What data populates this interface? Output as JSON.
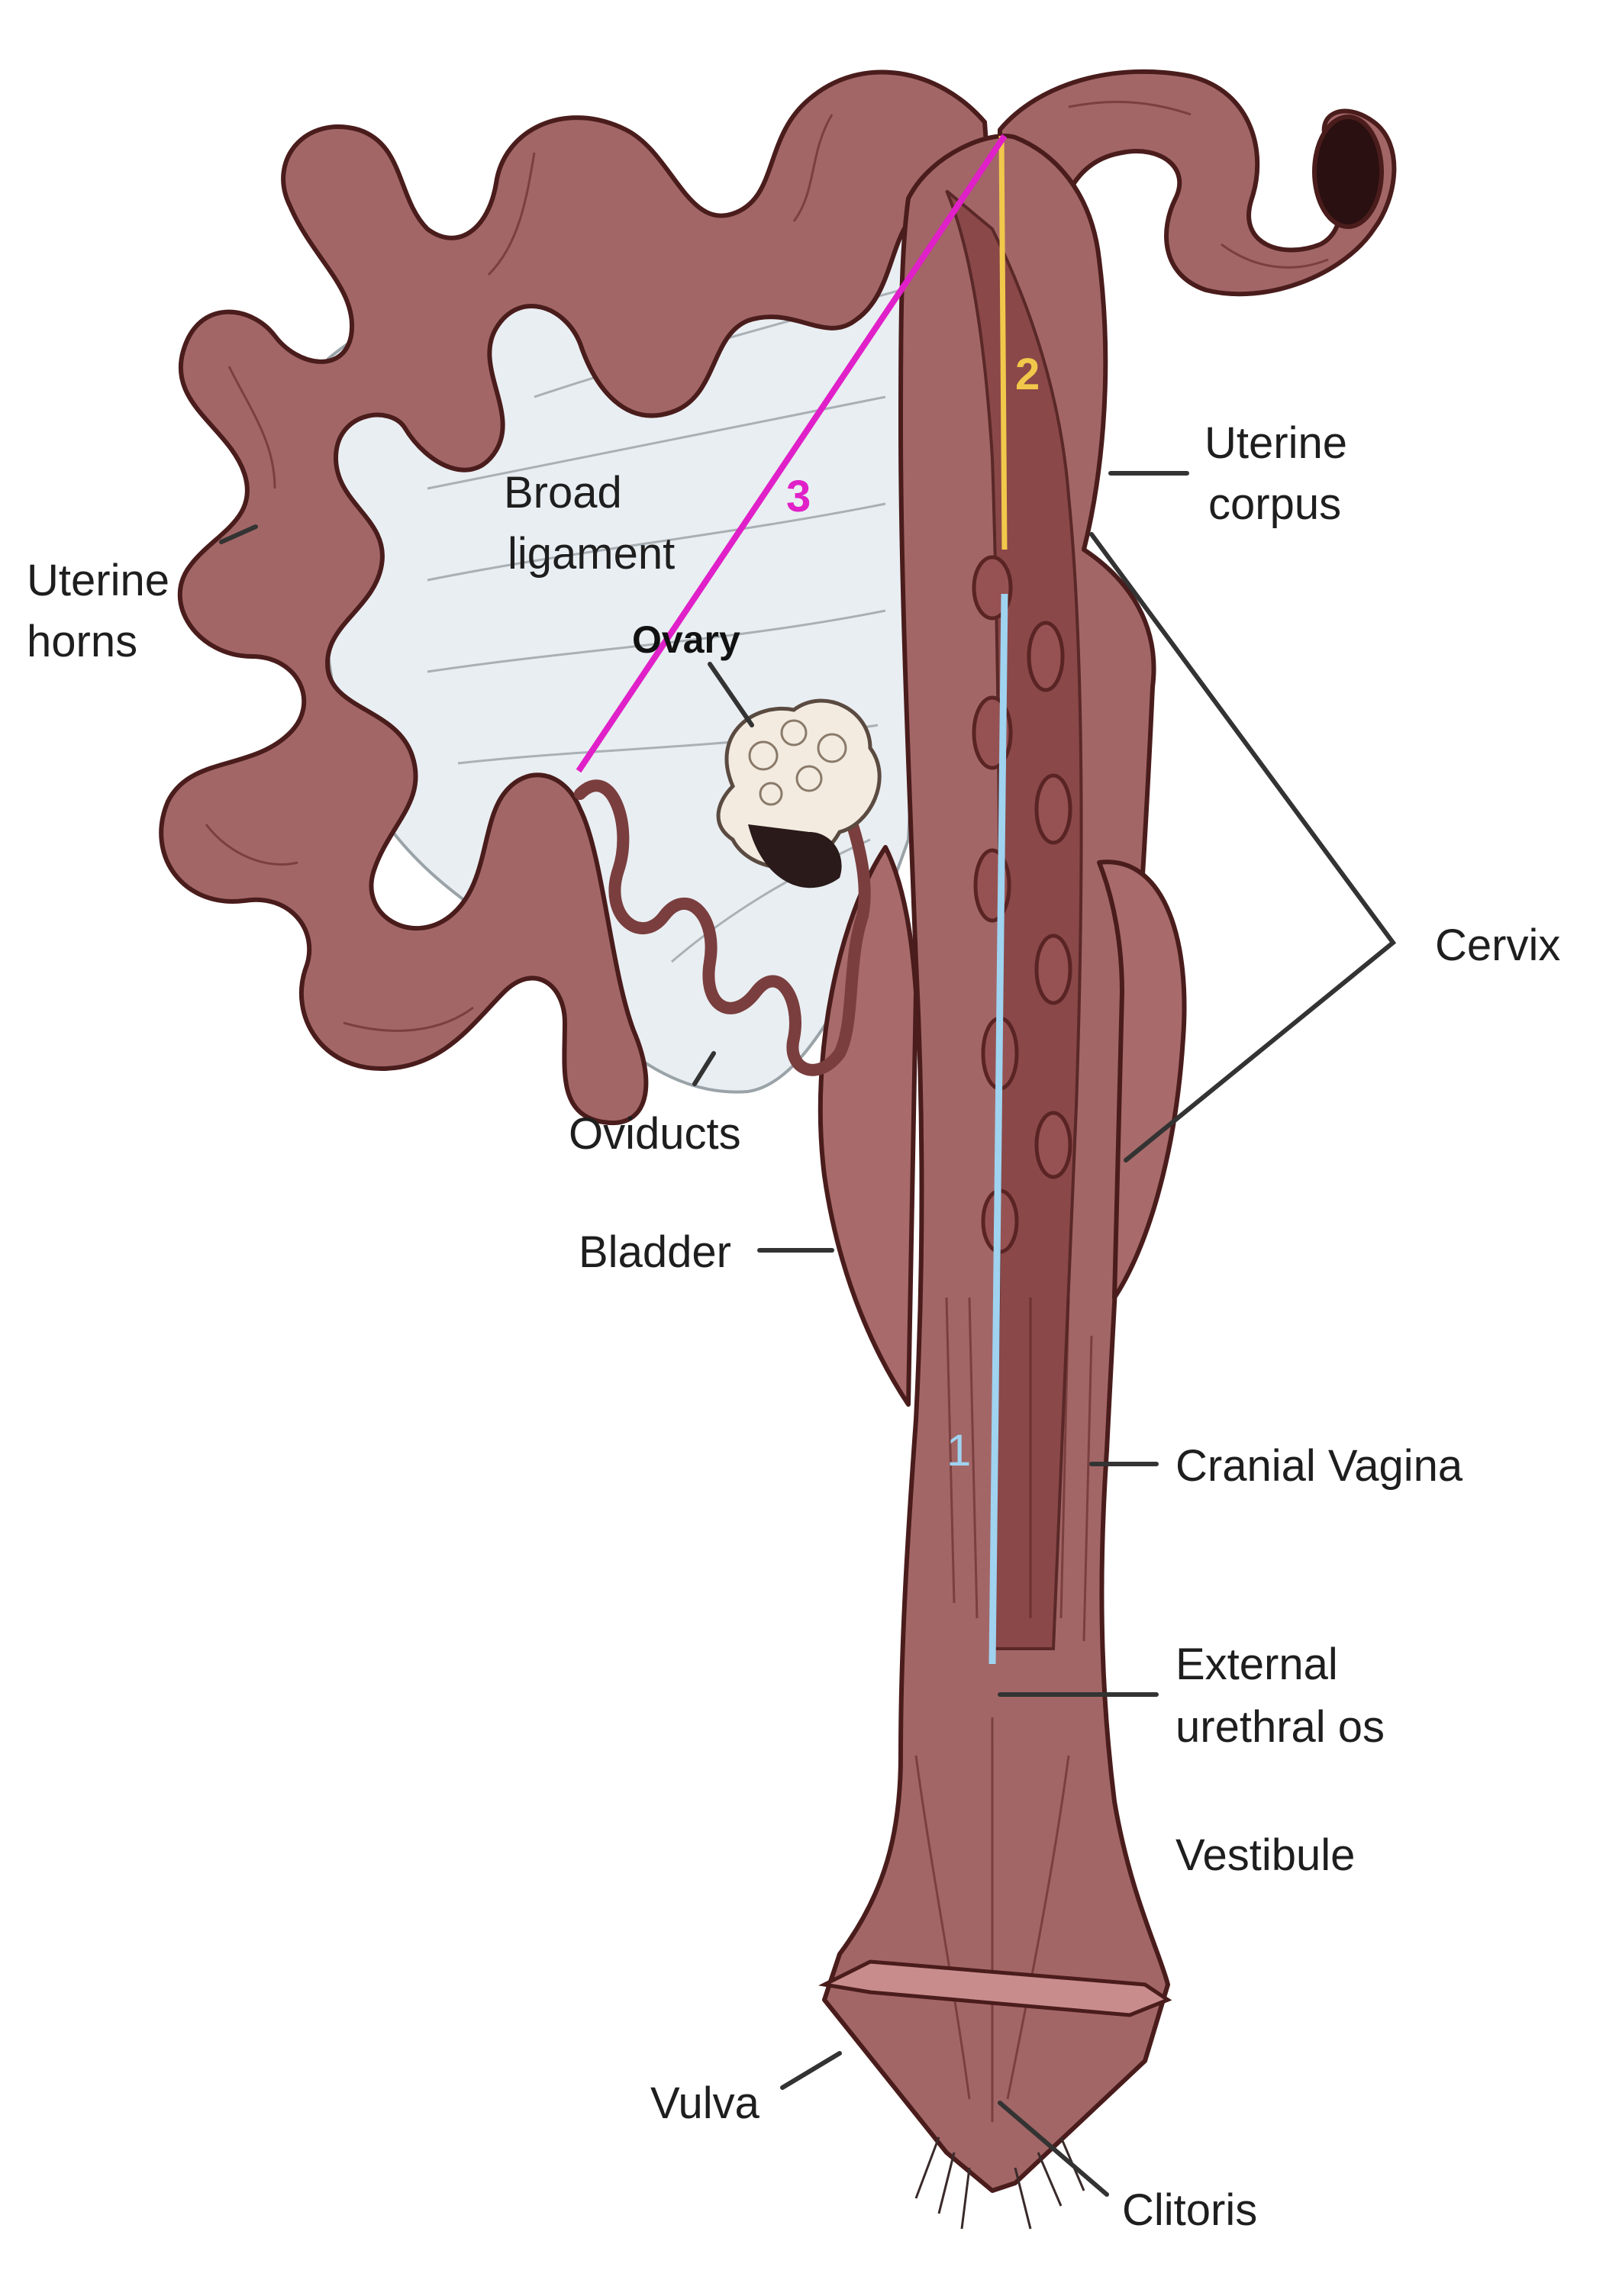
{
  "labels": {
    "uterine_horns": [
      "Uterine",
      "horns"
    ],
    "broad_ligament": [
      "Broad",
      "ligament"
    ],
    "ovary": "Ovary",
    "oviducts": "Oviducts",
    "bladder": "Bladder",
    "uterine_corpus": [
      "Uterine",
      "corpus"
    ],
    "cervix": "Cervix",
    "cranial_vagina": "Cranial Vagina",
    "external_urethral_os": [
      "External",
      "urethral os"
    ],
    "vestibule": "Vestibule",
    "vulva": "Vulva",
    "clitoris": "Clitoris"
  },
  "measurements": [
    {
      "label": "1",
      "color": "#9fd3f0"
    },
    {
      "label": "2",
      "color": "#f2c84b"
    },
    {
      "label": "3",
      "color": "#e020c8"
    }
  ],
  "colors": {
    "tissue": "#a36666",
    "tissue_dark": "#7a3e3e",
    "tissue_light": "#c98c8c",
    "ligament": "#e9eef2",
    "ovary": "#f3ebe0"
  }
}
